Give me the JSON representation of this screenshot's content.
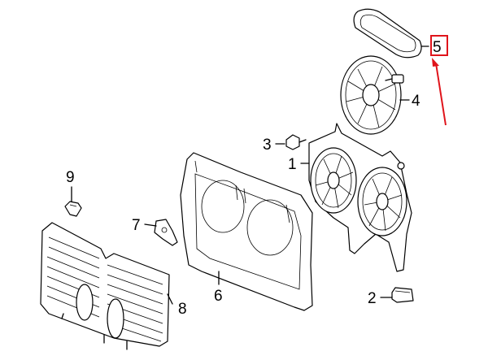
{
  "callouts": [
    {
      "id": "1",
      "label": "1"
    },
    {
      "id": "2",
      "label": "2"
    },
    {
      "id": "3",
      "label": "3"
    },
    {
      "id": "4",
      "label": "4"
    },
    {
      "id": "5",
      "label": "5"
    },
    {
      "id": "6",
      "label": "6"
    },
    {
      "id": "7",
      "label": "7"
    },
    {
      "id": "8",
      "label": "8"
    },
    {
      "id": "9",
      "label": "9"
    }
  ],
  "highlight": {
    "callout": "5",
    "color": "#e0141b"
  },
  "colors": {
    "line": "#000000",
    "background": "#ffffff",
    "highlight": "#e0141b"
  }
}
